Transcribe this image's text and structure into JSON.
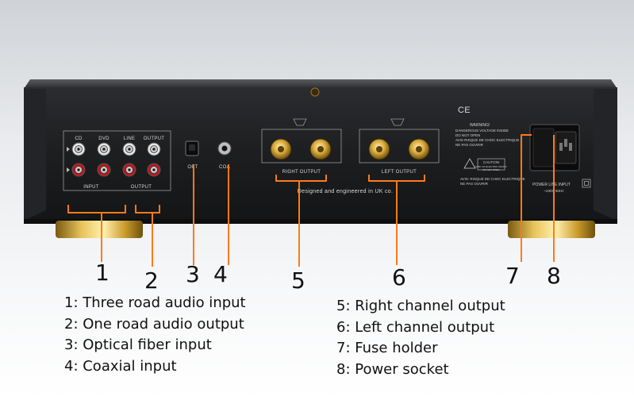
{
  "device": {
    "input_jack_labels": [
      "CD",
      "DVD",
      "LINE"
    ],
    "output_jack_label": "OUTPUT",
    "input_group_label": "INPUT",
    "output_group_label": "OUTPUT",
    "optical_label": "OPT",
    "coaxial_label": "COA",
    "right_output_label": "RIGHT OUTPUT",
    "left_output_label": "LEFT OUTPUT",
    "designed_text": "Designed and engineered in UK co.",
    "ce_mark": "CE",
    "warning_title": "WARNING!",
    "warning_lines": [
      "DANGEROUS VOLTAGE INSIDE",
      "DO NOT OPEN",
      "AVIS RISQUE DE CHOC ELECTRIQUE",
      "NE PAS OUVRIR"
    ],
    "caution_title": "CAUTION",
    "caution_lines": [
      "RISK OF ELECTRIC SHOCK",
      "DO NOT OPEN"
    ],
    "french_lines": [
      "AVIS: RISQUE DE CHOC ELECTRIQUE",
      "NE PAS OUVRIR"
    ],
    "power_label": "POWER LINE INPUT",
    "voltage_label": "~230V 50Hz"
  },
  "callouts": [
    "1",
    "2",
    "3",
    "4",
    "5",
    "6",
    "7",
    "8"
  ],
  "legend_left": [
    "1: Three road audio input",
    "2: One road audio output",
    "3: Optical fiber input",
    "4: Coaxial input"
  ],
  "legend_right": [
    "5: Right channel output",
    "6: Left channel output",
    "7: Fuse holder",
    "8: Power socket"
  ],
  "colors": {
    "callout_line": "#ff7a1a",
    "chassis": "#1c1d1f",
    "gold": "#d4a52c",
    "red_jack": "#c0161d"
  }
}
